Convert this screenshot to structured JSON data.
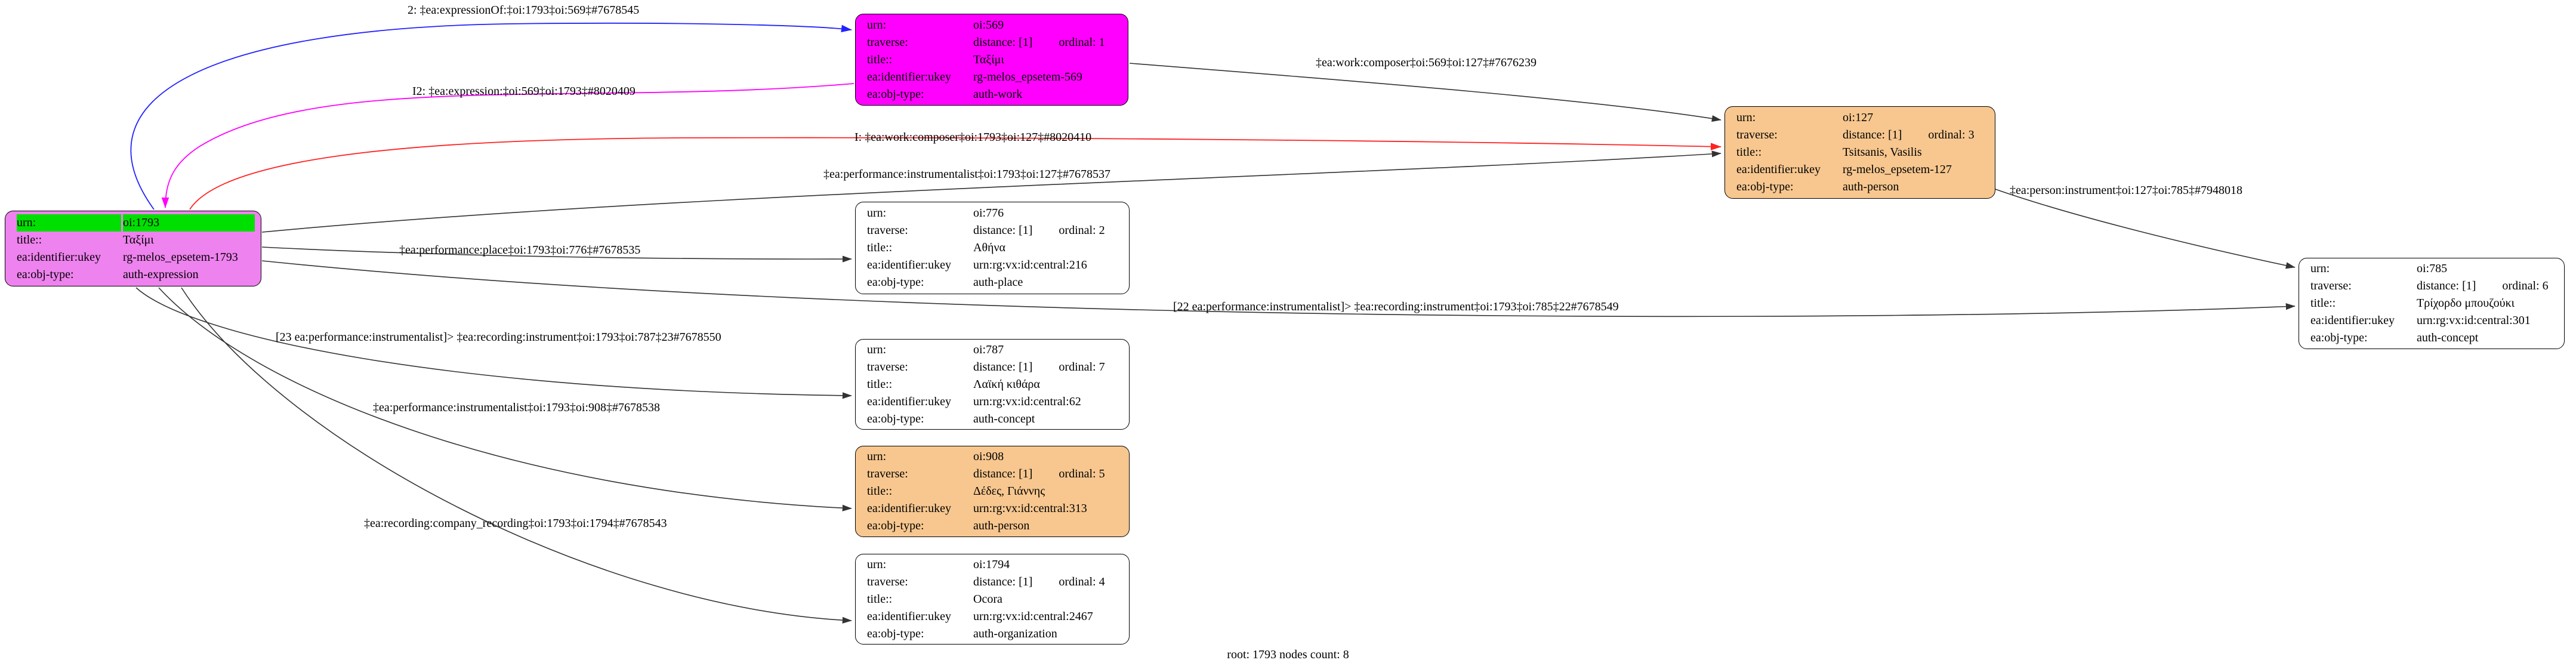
{
  "diagram": {
    "caption": "root: 1793 nodes count: 8"
  },
  "field_labels": {
    "urn": "urn:",
    "traverse": "traverse:",
    "title": "title::",
    "ukey": "ea:identifier:ukey",
    "objtype": "ea:obj-type:"
  },
  "palette": {
    "root_fill": "#ee82ee",
    "root_urn_highlight": "#00e000",
    "work_fill": "#ff00ff",
    "person_fill": "#f7c78f",
    "default_fill": "#ffffff",
    "edge_blue": "#2222ff",
    "edge_magenta": "#ff00ff",
    "edge_red": "#ff2222",
    "edge_black": "#333333"
  },
  "nodes": [
    {
      "urn": "oi:1793",
      "title": "Ταξίμι",
      "ukey": "rg-melos_epsetem-1793",
      "objtype": "auth-expression",
      "fill": "#ee82ee"
    },
    {
      "urn": "oi:569",
      "distance": "distance: [1]",
      "ordinal": "ordinal: 1",
      "title": "Ταξίμι",
      "ukey": "rg-melos_epsetem-569",
      "objtype": "auth-work",
      "fill": "#ff00ff"
    },
    {
      "urn": "oi:127",
      "distance": "distance: [1]",
      "ordinal": "ordinal: 3",
      "title": "Tsitsanis, Vasilis",
      "ukey": "rg-melos_epsetem-127",
      "objtype": "auth-person",
      "fill": "#f7c78f"
    },
    {
      "urn": "oi:776",
      "distance": "distance: [1]",
      "ordinal": "ordinal: 2",
      "title": "Αθήνα",
      "ukey": "urn:rg:vx:id:central:216",
      "objtype": "auth-place",
      "fill": "#ffffff"
    },
    {
      "urn": "oi:787",
      "distance": "distance: [1]",
      "ordinal": "ordinal: 7",
      "title": "Λαϊκή κιθάρα",
      "ukey": "urn:rg:vx:id:central:62",
      "objtype": "auth-concept",
      "fill": "#ffffff"
    },
    {
      "urn": "oi:908",
      "distance": "distance: [1]",
      "ordinal": "ordinal: 5",
      "title": "Δέδες, Γιάννης",
      "ukey": "urn:rg:vx:id:central:313",
      "objtype": "auth-person",
      "fill": "#f7c78f"
    },
    {
      "urn": "oi:1794",
      "distance": "distance: [1]",
      "ordinal": "ordinal: 4",
      "title": "Ocora",
      "ukey": "urn:rg:vx:id:central:2467",
      "objtype": "auth-organization",
      "fill": "#ffffff"
    },
    {
      "urn": "oi:785",
      "distance": "distance: [1]",
      "ordinal": "ordinal: 6",
      "title": "Τρίχορδο μπουζούκι",
      "ukey": "urn:rg:vx:id:central:301",
      "objtype": "auth-concept",
      "fill": "#ffffff"
    }
  ],
  "edges": [
    {
      "label": "2: ‡ea:expressionOf:‡oi:1793‡oi:569‡#7678545",
      "color": "#2222ff"
    },
    {
      "label": "I2: ‡ea:expression:‡oi:569‡oi:1793‡#8020409",
      "color": "#ff00ff"
    },
    {
      "label": "I: ‡ea:work:composer‡oi:1793‡oi:127‡#8020410",
      "color": "#ff2222"
    },
    {
      "label": "‡ea:work:composer‡oi:569‡oi:127‡#7676239",
      "color": "#333333"
    },
    {
      "label": "‡ea:performance:instrumentalist‡oi:1793‡oi:127‡#7678537",
      "color": "#333333"
    },
    {
      "label": "‡ea:performance:place‡oi:1793‡oi:776‡#7678535",
      "color": "#333333"
    },
    {
      "label": "[22 ea:performance:instrumentalist]> ‡ea:recording:instrument‡oi:1793‡oi:785‡22#7678549",
      "color": "#333333"
    },
    {
      "label": "[23 ea:performance:instrumentalist]> ‡ea:recording:instrument‡oi:1793‡oi:787‡23#7678550",
      "color": "#333333"
    },
    {
      "label": "‡ea:performance:instrumentalist‡oi:1793‡oi:908‡#7678538",
      "color": "#333333"
    },
    {
      "label": "‡ea:recording:company_recording‡oi:1793‡oi:1794‡#7678543",
      "color": "#333333"
    },
    {
      "label": "‡ea:person:instrument‡oi:127‡oi:785‡#7948018",
      "color": "#333333"
    }
  ]
}
